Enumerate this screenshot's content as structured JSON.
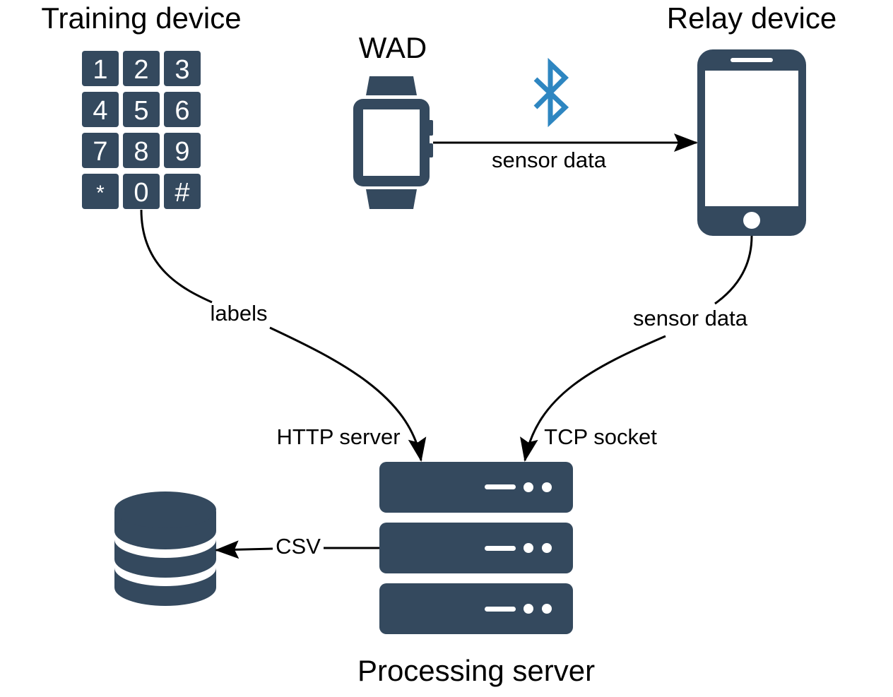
{
  "nodes": {
    "training_device": {
      "title": "Training device"
    },
    "wad": {
      "title": "WAD"
    },
    "relay_device": {
      "title": "Relay device"
    },
    "processing_server": {
      "title": "Processing server"
    }
  },
  "keypad": {
    "keys": [
      "1",
      "2",
      "3",
      "4",
      "5",
      "6",
      "7",
      "8",
      "9",
      "*",
      "0",
      "#"
    ]
  },
  "edges": {
    "wad_to_relay": {
      "label": "sensor data",
      "icon": "bluetooth-icon"
    },
    "training_to_server": {
      "label": "labels",
      "endpoint_label": "HTTP server"
    },
    "relay_to_server": {
      "label": "sensor data",
      "endpoint_label": "TCP socket"
    },
    "server_to_db": {
      "label": "CSV"
    }
  },
  "colors": {
    "device": "#34495e",
    "bluetooth": "#2e86c1",
    "line": "#000000"
  }
}
